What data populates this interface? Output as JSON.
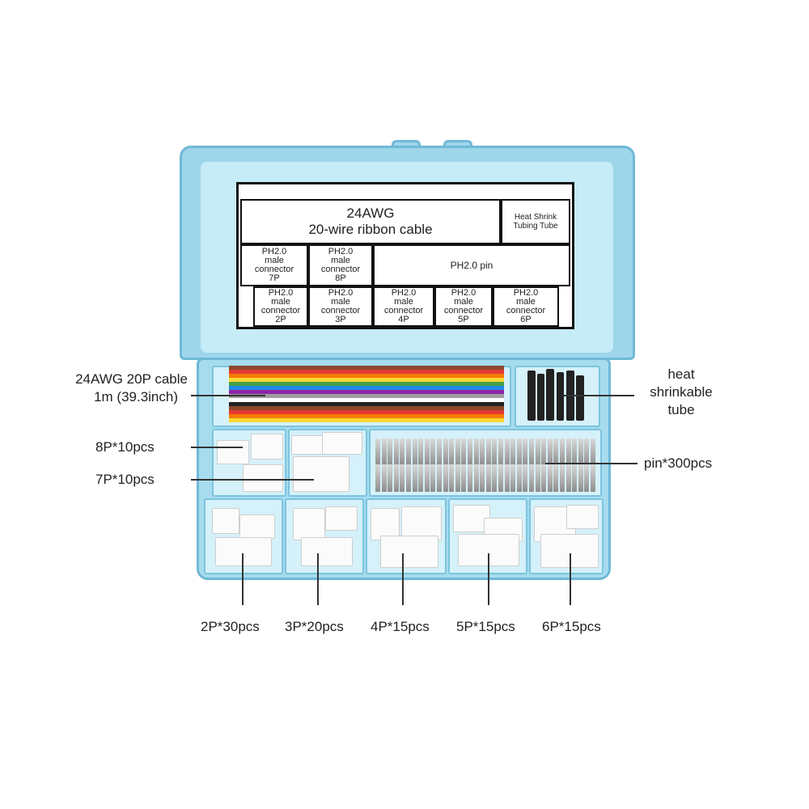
{
  "lid_label": {
    "cable": [
      "24AWG",
      "20-wire ribbon cable"
    ],
    "heat_shrink": [
      "Heat Shrink",
      "Tubing Tube"
    ],
    "pin": "PH2.0 pin",
    "conn_7p": [
      "PH2.0",
      "male",
      "connector",
      "7P"
    ],
    "conn_8p": [
      "PH2.0",
      "male",
      "connector",
      "8P"
    ],
    "conn_2p": [
      "PH2.0",
      "male",
      "connector",
      "2P"
    ],
    "conn_3p": [
      "PH2.0",
      "male",
      "connector",
      "3P"
    ],
    "conn_4p": [
      "PH2.0",
      "male",
      "connector",
      "4P"
    ],
    "conn_5p": [
      "PH2.0",
      "male",
      "connector",
      "5P"
    ],
    "conn_6p": [
      "PH2.0",
      "male",
      "connector",
      "6P"
    ]
  },
  "callouts": {
    "cable": [
      "24AWG 20P cable",
      "1m (39.3inch)"
    ],
    "heat": [
      "heat",
      "shrinkable",
      "tube"
    ],
    "p8": "8P*10pcs",
    "p7": "7P*10pcs",
    "pin": "pin*300pcs",
    "p2": "2P*30pcs",
    "p3": "3P*20pcs",
    "p4": "4P*15pcs",
    "p5": "5P*15pcs",
    "p6": "6P*15pcs"
  },
  "colors": {
    "box": "#a6dcee",
    "box_edge": "#6fb9d6",
    "ribbon": [
      "#8b4a2b",
      "#e53935",
      "#f57c00",
      "#fdd835",
      "#43a047",
      "#1e88e5",
      "#8e24aa",
      "#9e9e9e",
      "#ffffff",
      "#222222",
      "#8b4a2b",
      "#e53935",
      "#f57c00",
      "#fdd835"
    ]
  }
}
